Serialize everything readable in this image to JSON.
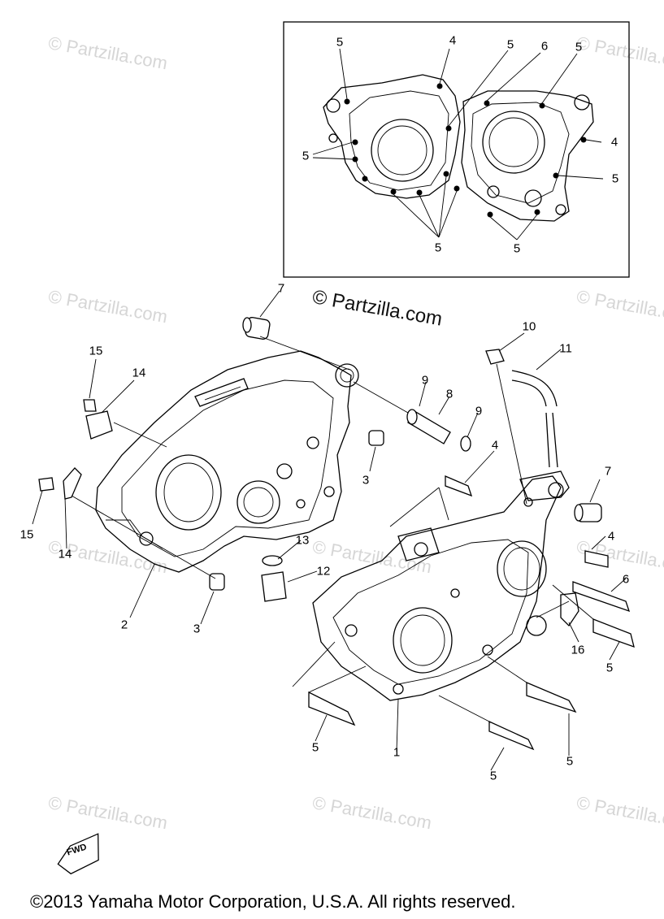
{
  "watermark": "© Partzilla.com",
  "copyright": "©2013  Yamaha Motor Corporation, U.S.A. All rights reserved.",
  "fwd_label": "FWD",
  "callouts": {
    "inset_5a": "5",
    "inset_4a": "4",
    "inset_5b": "5",
    "inset_6": "6",
    "inset_5c": "5",
    "inset_4b": "4",
    "inset_5d": "5",
    "inset_5e": "5",
    "inset_5f": "5",
    "inset_5g": "5",
    "c7a": "7",
    "c15a": "15",
    "c14a": "14",
    "c9a": "9",
    "c8": "8",
    "c9b": "9",
    "c10": "10",
    "c11": "11",
    "c3a": "3",
    "c4a": "4",
    "c7b": "7",
    "c15b": "15",
    "c14b": "14",
    "c13": "13",
    "c12": "12",
    "c4b": "4",
    "c2": "2",
    "c3b": "3",
    "c6": "6",
    "c16": "16",
    "c5a": "5",
    "c5b": "5",
    "c1": "1",
    "c5c": "5",
    "c5d": "5"
  }
}
